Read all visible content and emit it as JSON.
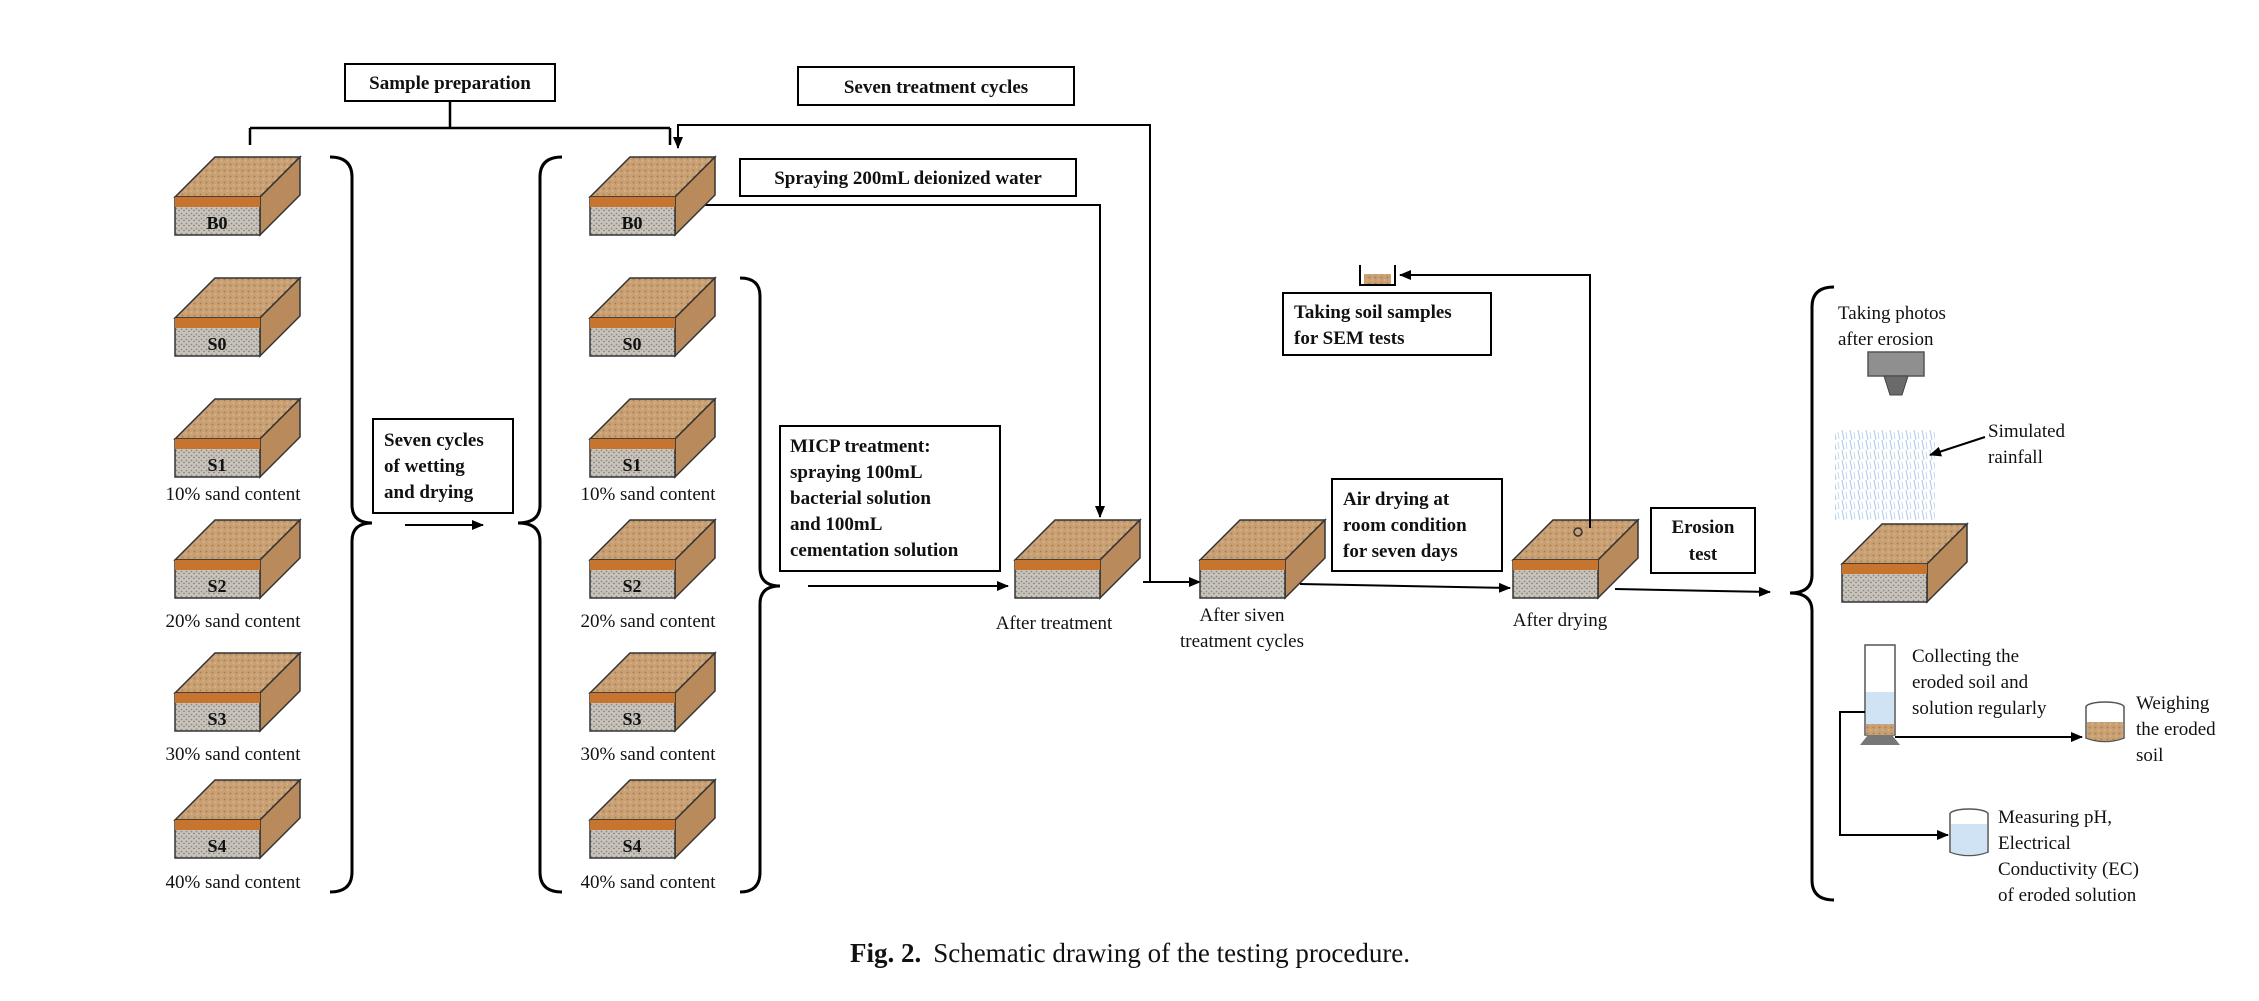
{
  "labels": {
    "sample_preparation": "Sample preparation",
    "seven_treatment_cycles": "Seven treatment cycles",
    "spraying_water": "Spraying 200mL deionized water",
    "seven_cycles_lines": [
      "Seven cycles",
      "of wetting",
      "and drying"
    ],
    "micp_lines": [
      "MICP treatment:",
      "spraying 100mL",
      "bacterial solution",
      "and 100mL",
      "cementation solution"
    ],
    "taking_soil_lines": [
      "Taking soil samples",
      "for SEM tests"
    ],
    "air_drying_lines": [
      "Air drying at",
      "room condition",
      "for seven days"
    ],
    "erosion_lines": [
      "Erosion",
      "test"
    ],
    "after_treatment": "After treatment",
    "after_cycles_lines": [
      "After siven",
      "treatment cycles"
    ],
    "after_drying": "After drying",
    "taking_photos_lines": [
      "Taking photos",
      "after erosion"
    ],
    "rainfall_lines": [
      "Simulated",
      "rainfall"
    ],
    "collecting_lines": [
      "Collecting the",
      "eroded soil and",
      "solution regularly"
    ],
    "weighing_lines": [
      "Weighing",
      "the eroded",
      "soil"
    ],
    "measuring_lines": [
      "Measuring pH,",
      "Electrical",
      "Conductivity (EC)",
      "of eroded solution"
    ]
  },
  "samples": [
    {
      "id": "B0",
      "content": ""
    },
    {
      "id": "S0",
      "content": ""
    },
    {
      "id": "S1",
      "content": "10% sand content"
    },
    {
      "id": "S2",
      "content": "20% sand content"
    },
    {
      "id": "S3",
      "content": "30% sand content"
    },
    {
      "id": "S4",
      "content": "40% sand content"
    }
  ],
  "caption": {
    "fig": "Fig. 2.",
    "text": "Schematic drawing of the testing procedure."
  },
  "colors": {
    "soil_top": "#c9a073",
    "soil_side": "#b88a5c",
    "sand_layer": "#bdbab4",
    "orange_band": "#c7752e",
    "line": "#000000"
  }
}
